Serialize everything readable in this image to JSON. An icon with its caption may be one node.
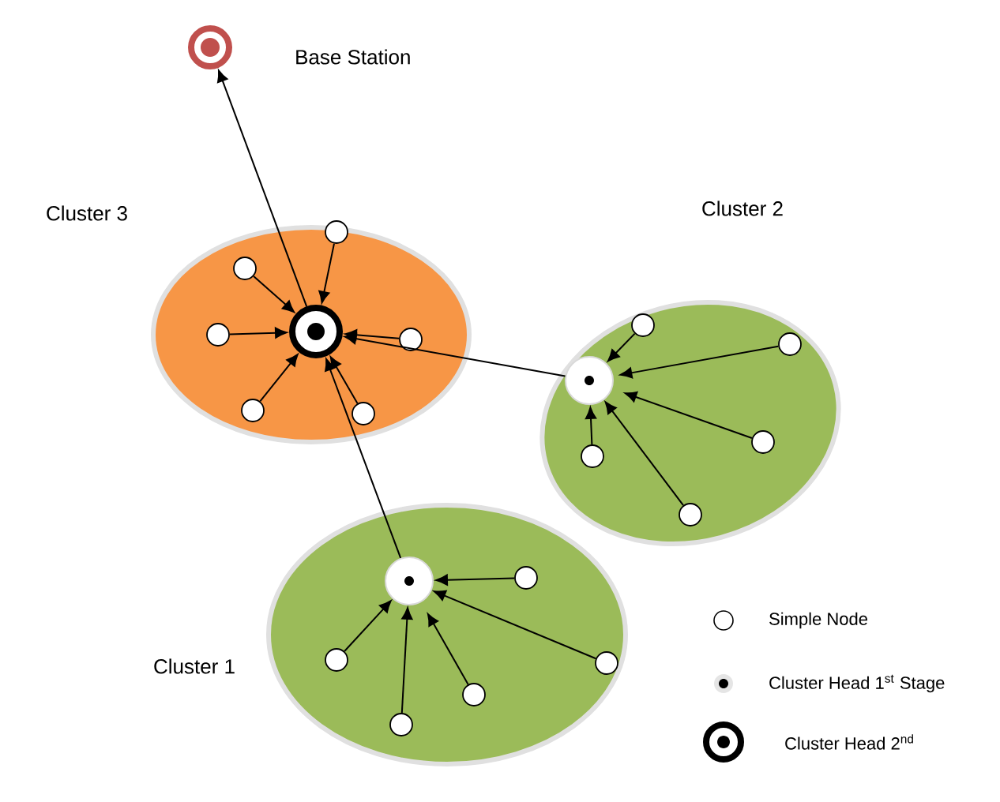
{
  "diagram": {
    "nodes": [
      {
        "text": [],
        "shape": "circle",
        "beside": [
          "Base Station"
        ]
      },
      {
        "text": [
          "Cluster 3"
        ]
      },
      {
        "text": [],
        "shape": "circle",
        "in": 1
      },
      {
        "text": [],
        "shape": "circle",
        "in": 1
      },
      {
        "text": [],
        "shape": "circle",
        "in": 1
      },
      {
        "text": [],
        "shape": "circle",
        "in": 1
      },
      {
        "text": [],
        "shape": "circle",
        "in": 1
      },
      {
        "text": [],
        "shape": "circle",
        "in": 1
      },
      {
        "text": [],
        "shape": "circle",
        "in": 1
      },
      {
        "text": [
          "Cluster 2"
        ]
      },
      {
        "text": [],
        "shape": "circle",
        "in": 9
      },
      {
        "text": [],
        "shape": "circle",
        "in": 9
      },
      {
        "text": [],
        "shape": "circle",
        "in": 9
      },
      {
        "text": [],
        "shape": "circle",
        "in": 9
      },
      {
        "text": [],
        "shape": "circle",
        "in": 9
      },
      {
        "text": [],
        "shape": "circle",
        "in": 9
      },
      {
        "text": [
          "Cluster 1"
        ]
      },
      {
        "text": [],
        "shape": "circle",
        "in": 16
      },
      {
        "text": [],
        "shape": "circle",
        "in": 16
      },
      {
        "text": [],
        "shape": "circle",
        "in": 16
      },
      {
        "text": [],
        "shape": "circle",
        "in": 16
      },
      {
        "text": [],
        "shape": "circle",
        "in": 16
      },
      {
        "text": [],
        "shape": "circle",
        "in": 16
      }
    ],
    "edges": [
      {
        "from": 2,
        "to": 0,
        "arrow": "to"
      },
      {
        "from": 3,
        "to": 2,
        "arrow": "to"
      },
      {
        "from": 4,
        "to": 2,
        "arrow": "to"
      },
      {
        "from": 5,
        "to": 2,
        "arrow": "to"
      },
      {
        "from": 6,
        "to": 2,
        "arrow": "to"
      },
      {
        "from": 7,
        "to": 2,
        "arrow": "to"
      },
      {
        "from": 8,
        "to": 2,
        "arrow": "to"
      },
      {
        "from": 10,
        "to": 2,
        "arrow": "to"
      },
      {
        "from": 11,
        "to": 10,
        "arrow": "to"
      },
      {
        "from": 12,
        "to": 10,
        "arrow": "to"
      },
      {
        "from": 13,
        "to": 10,
        "arrow": "to"
      },
      {
        "from": 14,
        "to": 10,
        "arrow": "to"
      },
      {
        "from": 15,
        "to": 10,
        "arrow": "to"
      },
      {
        "from": 17,
        "to": 2,
        "arrow": "to"
      },
      {
        "from": 18,
        "to": 17,
        "arrow": "to"
      },
      {
        "from": 19,
        "to": 17,
        "arrow": "to"
      },
      {
        "from": 20,
        "to": 17,
        "arrow": "to"
      },
      {
        "from": 21,
        "to": 17,
        "arrow": "to"
      },
      {
        "from": 22,
        "to": 17,
        "arrow": "to"
      }
    ],
    "legend": [
      {
        "text": "Simple Node"
      },
      {
        "text": "Cluster Head 1$^{st}$ Stage"
      },
      {
        "text": "Cluster Head 2$^{nd}$"
      }
    ]
  }
}
